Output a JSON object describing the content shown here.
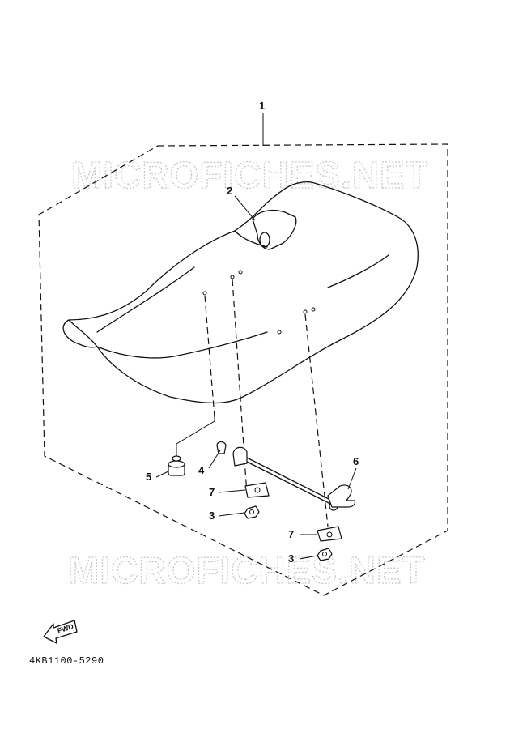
{
  "diagram": {
    "watermark_top": "MICROFICHES.NET",
    "watermark_bottom": "MICROFICHES.NET",
    "part_number": "4KB1100-5290",
    "fwd_label": "FWD",
    "callouts": {
      "c1": "1",
      "c2": "2",
      "c3a": "3",
      "c3b": "3",
      "c4": "4",
      "c5": "5",
      "c6": "6",
      "c7a": "7",
      "c7b": "7"
    }
  }
}
